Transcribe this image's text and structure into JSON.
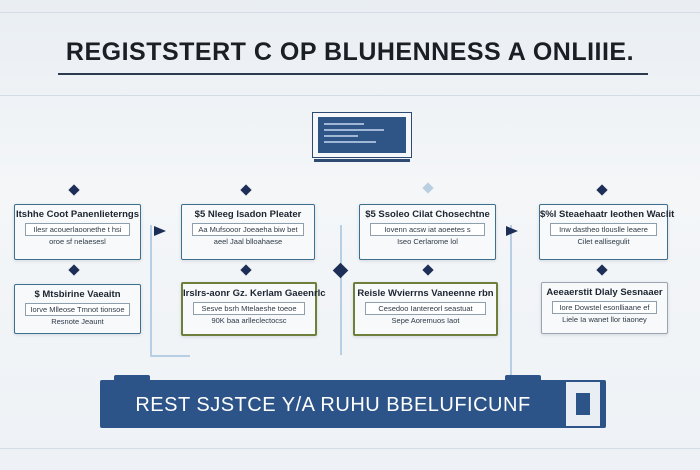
{
  "title": "REGISTSTERT C OP BLUHENNESS A ONLIIIE.",
  "monitor_icon": "monitor-icon",
  "boxes": [
    {
      "head": "Itshhe Coot Panenlieterngs",
      "field": "Ilesr acouerlaoonethe t hsi",
      "sub": "oroe sf nelaesesl"
    },
    {
      "head": "$5 Nleeg lsadon Pleater",
      "field": "Aa Mufsooor Joeaeha biw bet",
      "sub": "aeel Jaal blloahaese"
    },
    {
      "head": "$5 Ssoleo Cilat Chosechtne",
      "field": "Iovenn acsw iat aoeetes s",
      "sub": "Iseo Cerlarome lol"
    },
    {
      "head": "$%l Steaehaatr Ieothen Waclit",
      "field": "Inw dastheo tlouslle leaere",
      "sub": "Cilet eallisegulit"
    },
    {
      "head": "$ Mtsbirine Vaeaitn",
      "field": "Iorve Mlleose Tmnot tionsoe",
      "sub": "Resnote Jeaunt"
    },
    {
      "head": "Irslrs-aonr Gz. Kerlam Gaeenrlc",
      "field": "Sesve bsrh Mtelaeshe toeoe",
      "sub": "90K baa arlleclectocsc"
    },
    {
      "head": "Reisle Wvierrns Vaneenne rbn",
      "field": "Cesedoo Iantereorl seastuat",
      "sub": "Sepe Aoremuos Iaot"
    },
    {
      "head": "Aeeaerstit Dlaly Sesnaaer",
      "field": "Iore Dowstel esonlliaane ef",
      "sub": "Liele Ia wanet llor tiaoney"
    }
  ],
  "banner": {
    "text": "REST SJSTCE Y/A RUHU BBELUFICUNF",
    "icon": "document-icon"
  }
}
